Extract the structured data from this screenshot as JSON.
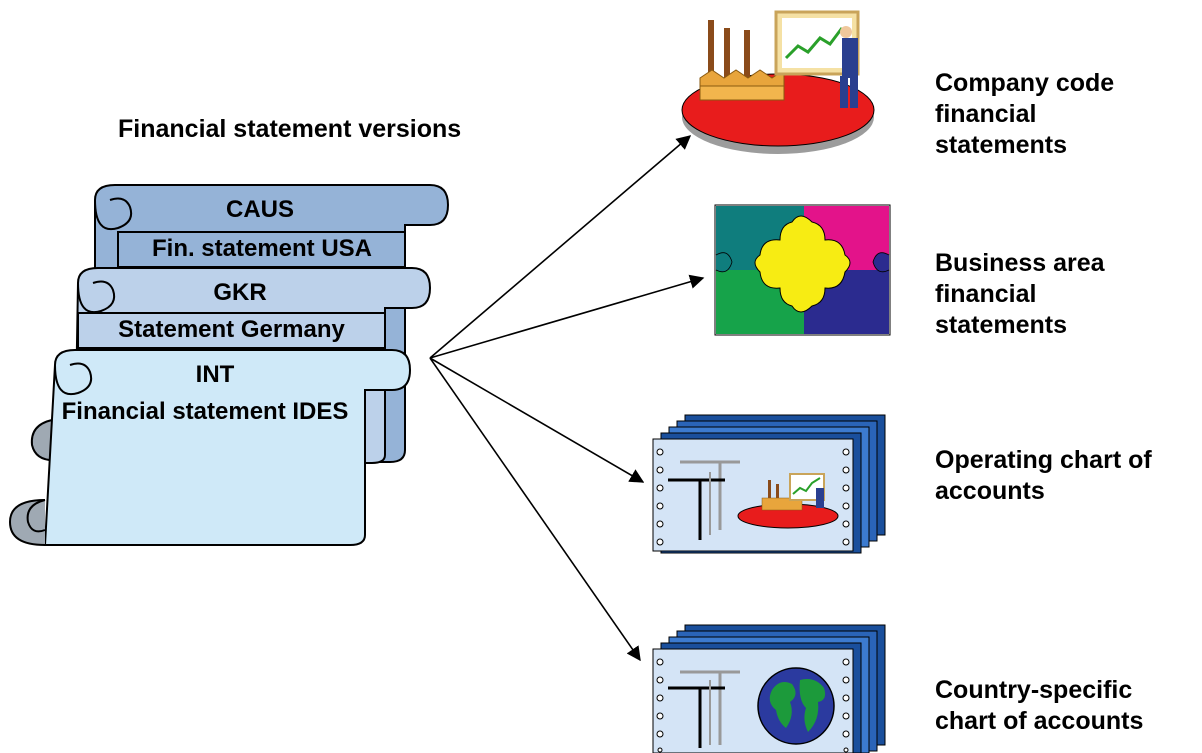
{
  "diagram": {
    "versions_title": "Financial statement versions",
    "scrolls": [
      {
        "code": "CAUS",
        "description": "Fin. statement USA",
        "fill": "#95b3d7"
      },
      {
        "code": "GKR",
        "description": "Statement Germany",
        "fill": "#bcd1ea"
      },
      {
        "code": "INT",
        "description": "Financial statement IDES",
        "fill": "#cfe9f8"
      }
    ],
    "targets": [
      {
        "label": "Company code financial statements",
        "icon": "factory-presentation-icon"
      },
      {
        "label": "Business area financial statements",
        "icon": "puzzle-icon"
      },
      {
        "label": "Operating chart of accounts",
        "icon": "chart-of-accounts-factory-icon"
      },
      {
        "label": "Country-specific chart of accounts",
        "icon": "chart-of-accounts-globe-icon"
      }
    ]
  }
}
